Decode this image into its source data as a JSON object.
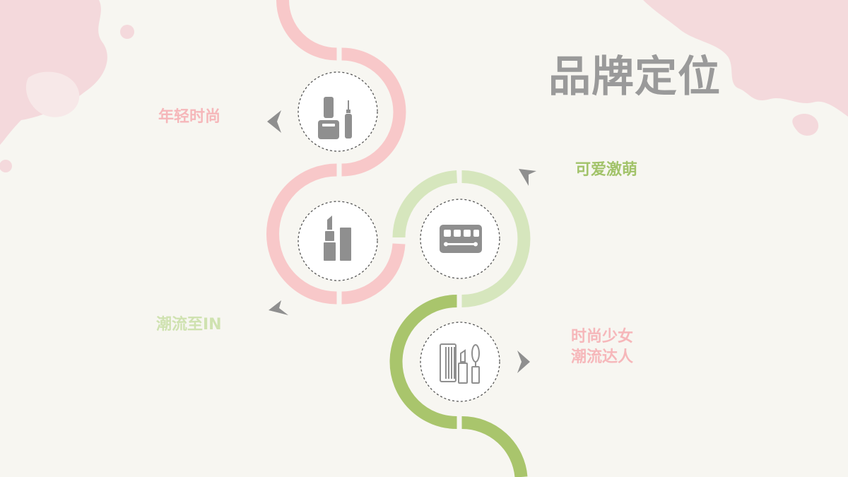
{
  "title": "品牌定位",
  "items": [
    {
      "label": "年轻时尚",
      "icon": "nail-polish-icon"
    },
    {
      "label": "可爱激萌",
      "icon": "eyeshadow-palette-icon"
    },
    {
      "label": "潮流至IN",
      "icon": "lipstick-icon"
    },
    {
      "label_lines": [
        "时尚少女",
        "潮流达人"
      ],
      "icon": "cosmetics-set-icon"
    }
  ],
  "colors": {
    "pink": "#f8c8c9",
    "green_light": "#d6e6bd",
    "green_dark": "#a9c56c",
    "icon_gray": "#8f8f8f",
    "title_gray": "#9a9a9a"
  }
}
